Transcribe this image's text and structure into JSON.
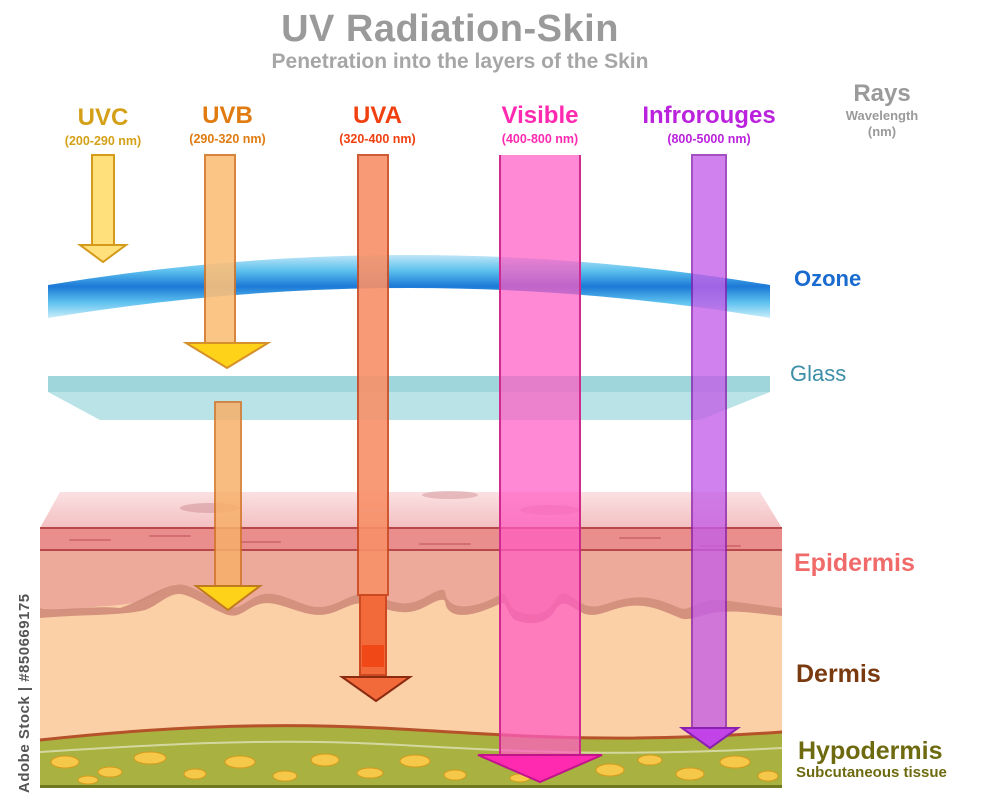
{
  "title": "UV Radiation-Skin",
  "subtitle": "Penetration into the layers of the Skin",
  "rays_legend": {
    "title": "Rays",
    "line1": "Wavelength",
    "line2": "(nm)"
  },
  "rays": [
    {
      "name": "UVC",
      "range": "(200-290 nm)",
      "color": "#d4a017",
      "reaches": "stopped by ozone"
    },
    {
      "name": "UVB",
      "range": "(290-320 nm)",
      "color": "#e07b10",
      "reaches": "epidermis"
    },
    {
      "name": "UVA",
      "range": "(320-400 nm)",
      "color": "#f04010",
      "reaches": "dermis"
    },
    {
      "name": "Visible",
      "range": "(400-800 nm)",
      "color": "#ff3fb0",
      "reaches": "hypodermis"
    },
    {
      "name": "Infrorouges",
      "range": "(800-5000 nm)",
      "color": "#bb22dd",
      "reaches": "hypodermis"
    }
  ],
  "barriers": [
    {
      "name": "Ozone",
      "color": "#1a6bd0"
    },
    {
      "name": "Glass",
      "color": "#3d8fa8"
    }
  ],
  "layers": [
    {
      "name": "Epidermis",
      "color": "#f06a6a"
    },
    {
      "name": "Dermis",
      "color": "#7a3a10"
    },
    {
      "name": "Hypodermis",
      "color": "#6e6a10",
      "subtitle": "Subcutaneous tissue"
    }
  ],
  "stock_id": "Adobe Stock | #850669175"
}
